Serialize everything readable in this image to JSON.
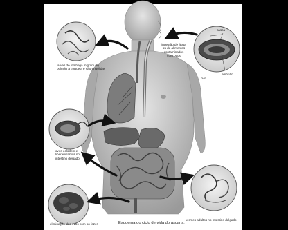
{
  "colors": {
    "frame": "#000000",
    "paper": "#ffffff",
    "ink": "#1c1c1c"
  },
  "labels": {
    "top_left_stage": [
      "larvas de lombriga migram do",
      "pulmão à traqueia e são engolidas"
    ],
    "top_right_ingestion": [
      "ingestão de água",
      "ou de alimentos",
      "contaminados",
      "com ovos"
    ],
    "egg_shell": "casca",
    "egg_embryo": "embrião",
    "egg_word": "ovo",
    "mid_left_hatch": [
      "ovos eclodem e",
      "liberam larvas no",
      "intestino delgado"
    ],
    "bottom_right_adults": "vermes adultos no intestino delgado",
    "bottom_left_elimination": "eliminação dos ovos com as fezes"
  },
  "caption": "Esquema do ciclo de vida do áscaris."
}
